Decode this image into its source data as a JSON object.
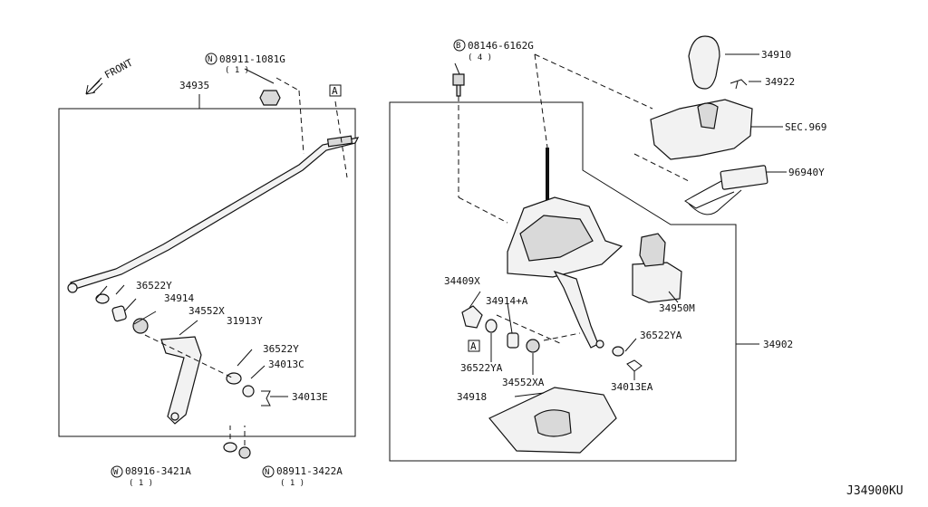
{
  "labels": {
    "front": "FRONT",
    "p34935": "34935",
    "n_mark": "N",
    "w_mark": "W",
    "b_mark": "B",
    "p08911_1081g": "08911-1081G",
    "qty1": "( 1 )",
    "ref_a": "A",
    "p36522y": "36522Y",
    "p34914": "34914",
    "p34552x": "34552X",
    "p31913y": "31913Y",
    "p34013c": "34013C",
    "p34013e": "34013E",
    "p08916_3421a": "08916-3421A",
    "p08911_3422a": "08911-3422A",
    "p08146_6162g": "08146-6162G",
    "qty4": "( 4 )",
    "p34910": "34910",
    "p34922": "34922",
    "sec969": "SEC.969",
    "p96940y": "96940Y",
    "p34950m": "34950M",
    "p34409x": "34409X",
    "p34914a": "34914+A",
    "p36522ya": "36522YA",
    "p34552xa": "34552XA",
    "p34902": "34902",
    "p34013ea": "34013EA",
    "p34918": "34918",
    "diagram_code": "J34900KU"
  }
}
